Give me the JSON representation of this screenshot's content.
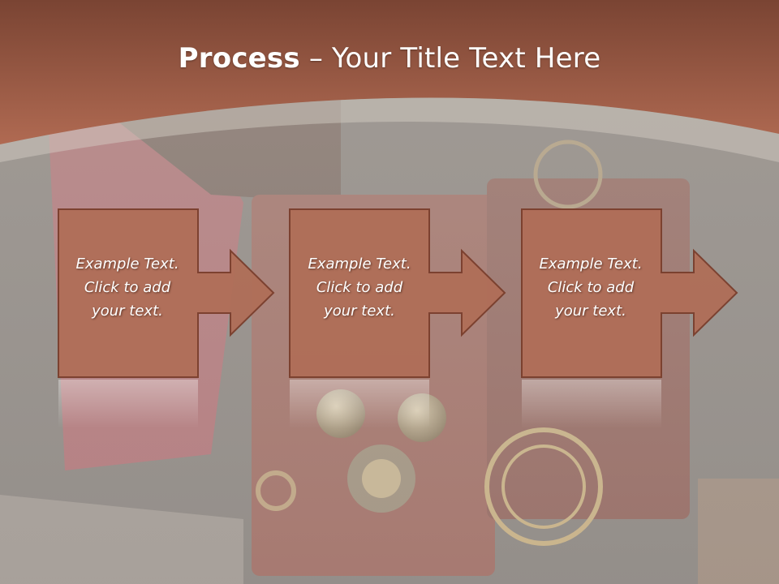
{
  "slide": {
    "title_bold": "Process",
    "title_separator": "–",
    "title_rest": "Your Title Text Here",
    "colors": {
      "header": "#9c5a43",
      "box_fill": "#b06e58",
      "box_border": "#7a3e2c",
      "text": "#ffffff"
    },
    "background_image": "steampunk-machine-photo",
    "steps": [
      {
        "line1": "Example Text.",
        "line2": "Click  to add",
        "line3": "your text."
      },
      {
        "line1": "Example Text.",
        "line2": "Click  to add",
        "line3": "your text."
      },
      {
        "line1": "Example Text.",
        "line2": "Click  to add",
        "line3": "your text."
      }
    ]
  }
}
